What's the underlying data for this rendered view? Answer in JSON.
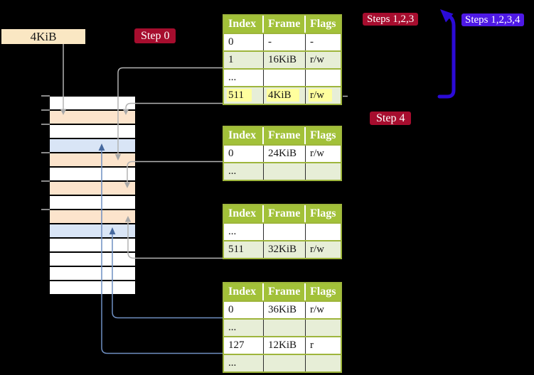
{
  "labels": {
    "frame_4kib": "4KiB",
    "step0": "Step 0",
    "steps123": "Steps 1,2,3",
    "steps1234": "Steps 1,2,3,4",
    "step4": "Step 4"
  },
  "table_headers": [
    "Index",
    "Frame",
    "Flags"
  ],
  "tables": [
    {
      "name": "page-table-at-4kib",
      "rows": [
        {
          "cells": [
            "0",
            "-",
            "-"
          ]
        },
        {
          "cells": [
            "1",
            "16KiB",
            "r/w"
          ]
        },
        {
          "cells": [
            "...",
            "",
            ""
          ]
        },
        {
          "cells": [
            "511",
            "4KiB",
            "r/w"
          ],
          "highlight": true
        }
      ]
    },
    {
      "name": "page-table-at-16kib",
      "rows": [
        {
          "cells": [
            "0",
            "24KiB",
            "r/w"
          ]
        },
        {
          "cells": [
            "...",
            "",
            ""
          ]
        }
      ]
    },
    {
      "name": "page-table-at-24kib",
      "rows": [
        {
          "cells": [
            "...",
            "",
            ""
          ]
        },
        {
          "cells": [
            "511",
            "32KiB",
            "r/w"
          ]
        }
      ]
    },
    {
      "name": "page-table-at-32kib",
      "rows": [
        {
          "cells": [
            "0",
            "36KiB",
            "r/w"
          ]
        },
        {
          "cells": [
            "...",
            "",
            ""
          ]
        },
        {
          "cells": [
            "127",
            "12KiB",
            "r"
          ]
        },
        {
          "cells": [
            "...",
            "",
            ""
          ]
        }
      ]
    }
  ],
  "memory_strip": {
    "rows": [
      "white",
      "peach",
      "white",
      "blue",
      "peach",
      "white",
      "peach",
      "white",
      "peach",
      "blue",
      "white",
      "white",
      "white",
      "white"
    ],
    "tick_ys": [
      134,
      154,
      174,
      214,
      254,
      294
    ]
  },
  "colors": {
    "crimson": "#A60D2E",
    "violet": "#4E19E6",
    "arrow_blue": "#2B0BD7",
    "header_green": "#A2C139",
    "row_green": "#E7EED7",
    "olive": "#9EB53C",
    "hl_yellow": "#FFFF9E",
    "peach": "#FCE4CC",
    "lblue": "#D9E5F6",
    "wheat": "#FAE7C3",
    "gray_line": "#B3B3B3",
    "gray_arrow": "#A9A9A9",
    "blue_line": "#6F8FC2",
    "blue_arrow": "#46699F"
  }
}
